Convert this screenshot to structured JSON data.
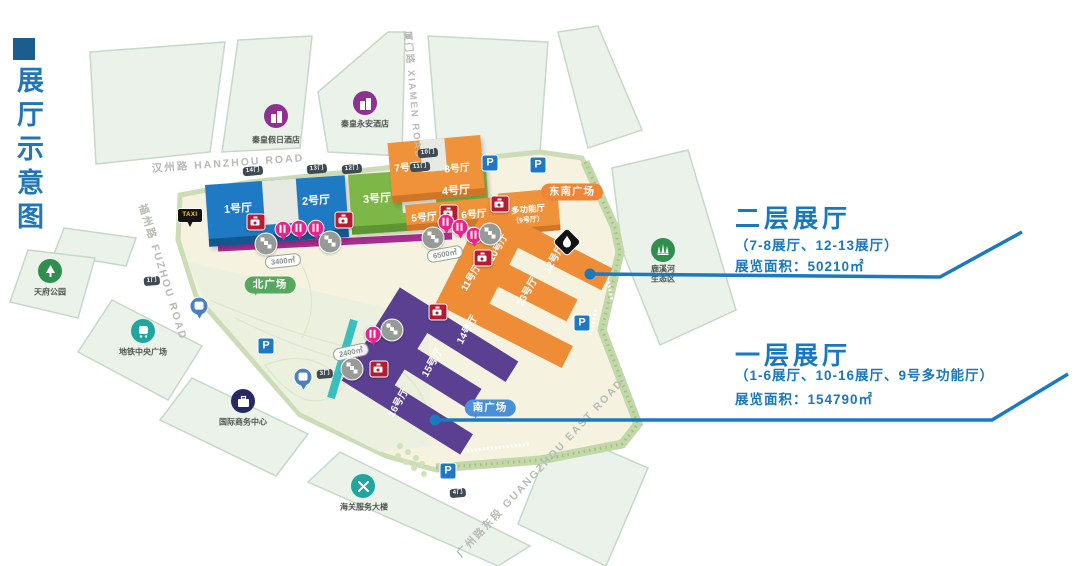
{
  "page_title": {
    "bullet": "■",
    "text": "展厅示意图"
  },
  "annotations": {
    "second_floor": {
      "title": "二层展厅",
      "halls": "（7-8展厅、12-13展厅）",
      "area": "展览面积：50210㎡"
    },
    "first_floor": {
      "title": "一层展厅",
      "halls": "（1-6展厅、10-16展厅、9号多功能厅）",
      "area": "展览面积：154790㎡"
    }
  },
  "roads": {
    "hanzhou": "汉州路 HANZHOU ROAD",
    "fuzhou": "福州路 FUZHOU ROAD",
    "xiamen": "厦门路 XIAMEN ROAD",
    "guangzhou": "广州路东段 GUANGZHOU EAST ROAD"
  },
  "halls": {
    "h1": "1号厅",
    "h2": "2号厅",
    "h3": "3号厅",
    "h4": "4号厅",
    "h5": "5号厅",
    "h6": "6号厅",
    "h7": "7号厅",
    "h8": "8号厅",
    "h10": "10号厅",
    "h11": "11号厅",
    "h12": "12号厅",
    "h13": "13号厅",
    "h14": "14号厅",
    "h15": "15号厅",
    "h16": "16号厅",
    "multi_line1": "多功能厅",
    "multi_line2": "（9号厅）"
  },
  "plazas": {
    "north": "北广场",
    "south": "南广场",
    "southeast": "东南广场"
  },
  "landmarks": {
    "hotel1": "秦皇假日酒店",
    "hotel2": "秦皇永安酒店",
    "park": "天府公园",
    "metro_plaza": "地铁中央广场",
    "business_center": "国际商务中心",
    "customs": "海关服务大楼",
    "eco_line1": "鹿溪河",
    "eco_line2": "生态区"
  },
  "area_labels": {
    "a3400": "3400㎡",
    "a6500": "6500㎡",
    "a2400": "2400㎡"
  },
  "gates": {
    "g1": "14门",
    "g2": "13门",
    "g3": "12门",
    "g4": "11门",
    "g5": "10门",
    "g6": "1门",
    "g7": "3门",
    "g8": "4门"
  },
  "taxi_label": "TAXI",
  "parking_label": "P",
  "colors": {
    "accent_blue": "#1a7ac1",
    "hall_blue": "#1e7bc3",
    "hall_green": "#7cb748",
    "hall_orange": "#f09239",
    "hall_purple": "#5b3f91",
    "camera_red": "#b51b31",
    "food_pink": "#e8248c",
    "plaza_green": "#57a85c",
    "plaza_blue": "#4a90d9",
    "plaza_orange": "#f08437",
    "block_mint": "#eaf2ea",
    "plot_cream": "#f6f2e0"
  }
}
